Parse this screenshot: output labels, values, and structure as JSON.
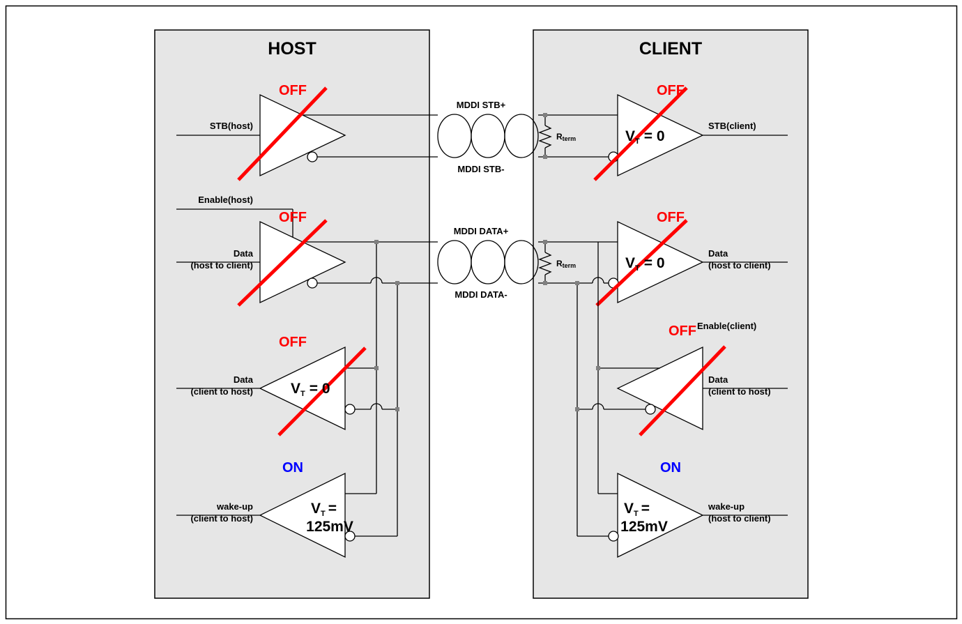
{
  "colors": {
    "off": "#ff0000",
    "on": "#0000ff",
    "panel_fill": "#e6e6e6",
    "junction": "#808080",
    "slash": "#ff0000"
  },
  "host": {
    "title": "HOST",
    "stb_state": "OFF",
    "stb_label": "STB(host)",
    "enable_label": "Enable(host)",
    "data_tx_state": "OFF",
    "data_tx_label_1": "Data",
    "data_tx_label_2": "(host to client)",
    "data_rx_state": "OFF",
    "data_rx_label_1": "Data",
    "data_rx_label_2": "(client to host)",
    "data_rx_vt_v": "V",
    "data_rx_vt_sub": "T",
    "data_rx_vt_rest": "= 0",
    "wake_state": "ON",
    "wake_label_1": "wake-up",
    "wake_label_2": "(client to host)",
    "wake_vt_v": "V",
    "wake_vt_sub": "T",
    "wake_vt_rest": "=",
    "wake_vt_value": "125mV"
  },
  "client": {
    "title": "CLIENT",
    "stb_state": "OFF",
    "stb_label": "STB(client)",
    "stb_vt_v": "V",
    "stb_vt_sub": "T",
    "stb_vt_rest": "= 0",
    "data_rx_state": "OFF",
    "data_rx_label_1": "Data",
    "data_rx_label_2": "(host to client)",
    "data_rx_vt_v": "V",
    "data_rx_vt_sub": "T",
    "data_rx_vt_rest": "= 0",
    "data_tx_state": "OFF",
    "enable_label": "Enable(client)",
    "data_tx_label_1": "Data",
    "data_tx_label_2": "(client to host)",
    "wake_state": "ON",
    "wake_label_1": "wake-up",
    "wake_label_2": "(host to client)",
    "wake_vt_v": "V",
    "wake_vt_sub": "T",
    "wake_vt_rest": "=",
    "wake_vt_value": "125mV"
  },
  "link": {
    "stb_plus": "MDDI STB+",
    "stb_minus": "MDDI STB-",
    "data_plus": "MDDI DATA+",
    "data_minus": "MDDI DATA-",
    "rterm_r": "R",
    "rterm_sub": "term"
  }
}
